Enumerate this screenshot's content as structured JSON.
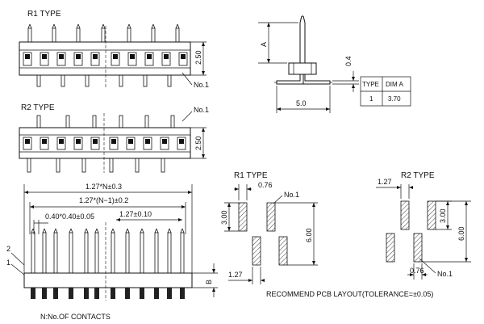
{
  "labels": {
    "r1_type": "R1 TYPE",
    "r2_type": "R2 TYPE",
    "r1_pitch": "2.50",
    "r2_pitch": "2.50",
    "r1_no1": "No.1",
    "r2_no1": "No.1",
    "dim_A": "A",
    "dim_04": "0.4",
    "dim_50": "5.0",
    "len_total": "1.27*N±0.3",
    "len_n1": "1.27*(N−1)±0.2",
    "len_pitch_tol": "0.40*0.40±0.05",
    "len_127": "1.27±0.10",
    "marker_2": "2",
    "marker_1": "1",
    "dim_B": "B",
    "contacts_note": "N:No.OF CONTACTS",
    "pcb_r1_title": "R1  TYPE",
    "pcb_r1_076": "0.76",
    "pcb_r1_no1": "No.1",
    "pcb_r1_300": "3.00",
    "pcb_r1_600": "6.00",
    "pcb_r1_127": "1.27",
    "pcb_r2_title": "R2  TYPE",
    "pcb_r2_127": "1.27",
    "pcb_r2_300": "3.00",
    "pcb_r2_600": "6.00",
    "pcb_r2_no1": "No.1",
    "pcb_r2_076": "0.76",
    "pcb_note": "RECOMMEND  PCB  LAYOUT(TOLERANCE=±0.05)"
  },
  "table": {
    "headers": [
      "TYPE",
      "DIM A"
    ],
    "rows": [
      [
        "1",
        "3.70"
      ]
    ]
  }
}
